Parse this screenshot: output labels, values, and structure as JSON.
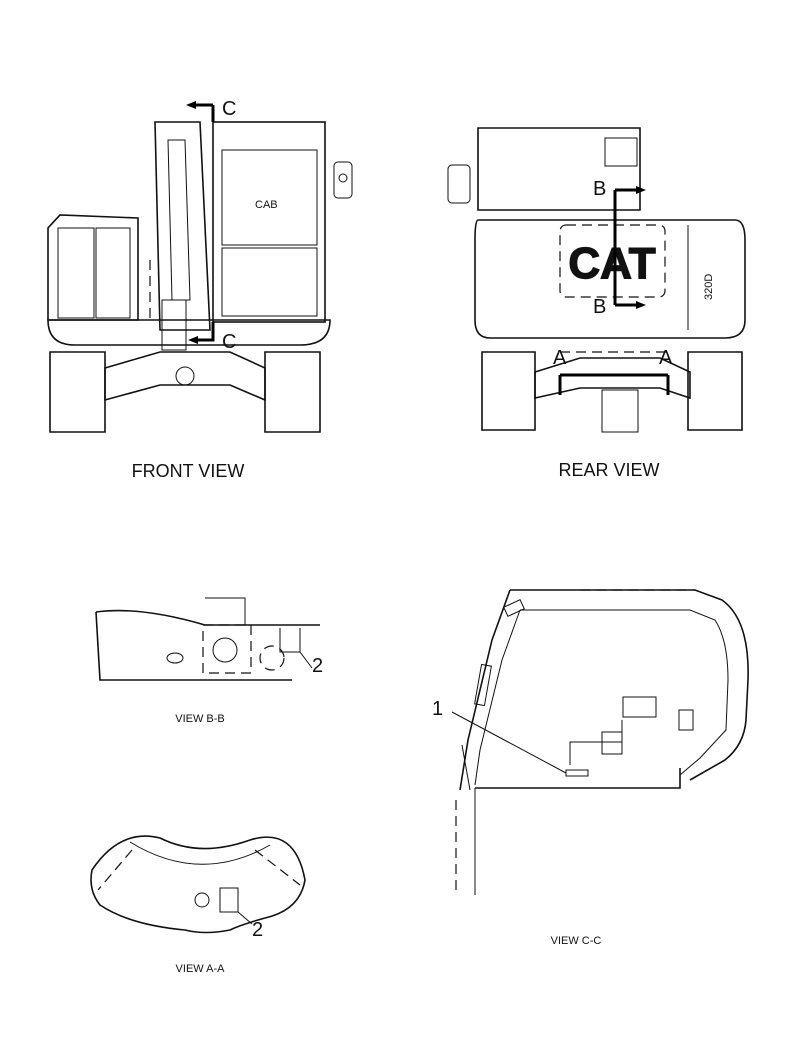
{
  "views": {
    "front": {
      "caption": "FRONT VIEW",
      "section_mark_top": "C",
      "section_mark_bottom": "C",
      "cab_label": "CAB"
    },
    "rear": {
      "caption": "REAR VIEW",
      "section_mark_top": "B",
      "section_mark_bottom": "B",
      "mark_left": "A",
      "mark_right": "A",
      "logo": "CAT",
      "side_text": "320D"
    },
    "bb": {
      "caption": "VIEW B-B",
      "callout": "2"
    },
    "aa": {
      "caption": "VIEW A-A",
      "callout": "2"
    },
    "cc": {
      "caption": "VIEW C-C",
      "callout": "1"
    }
  }
}
